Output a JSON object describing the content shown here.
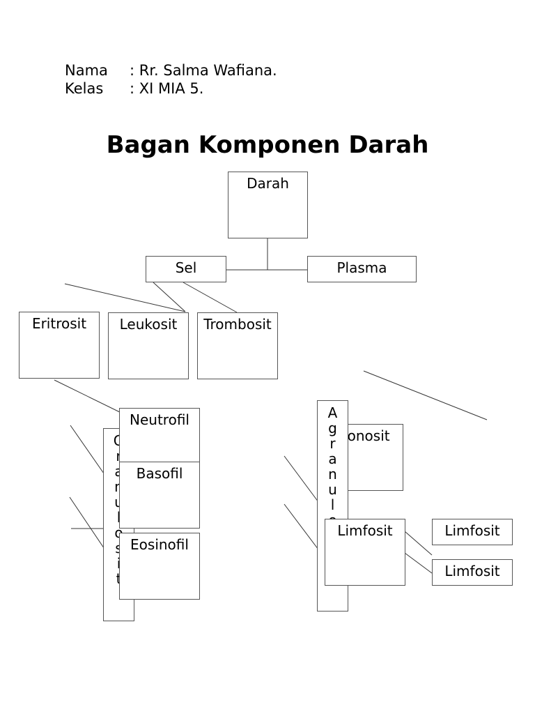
{
  "student": {
    "name_label": "Nama",
    "name_value": ": Rr. Salma Wafiana.",
    "class_label": "Kelas",
    "class_value": ": XI MIA 5."
  },
  "title": "Bagan Komponen Darah",
  "nodes": {
    "darah": "Darah",
    "sel": "Sel",
    "plasma": "Plasma",
    "eritrosit": "Eritrosit",
    "leukosit": "Leukosit",
    "trombosit": "Trombosit",
    "granulosit": "Granulosit",
    "agranulosit": "Agranulosit",
    "neutrofil": "Neutrofil",
    "basofil": "Basofil",
    "eosinofil": "Eosinofil",
    "monosit": "Monosit",
    "limfosit": "Limfosit",
    "limfosit_b": "Limfosit",
    "limfosit_t": "Limfosit"
  }
}
